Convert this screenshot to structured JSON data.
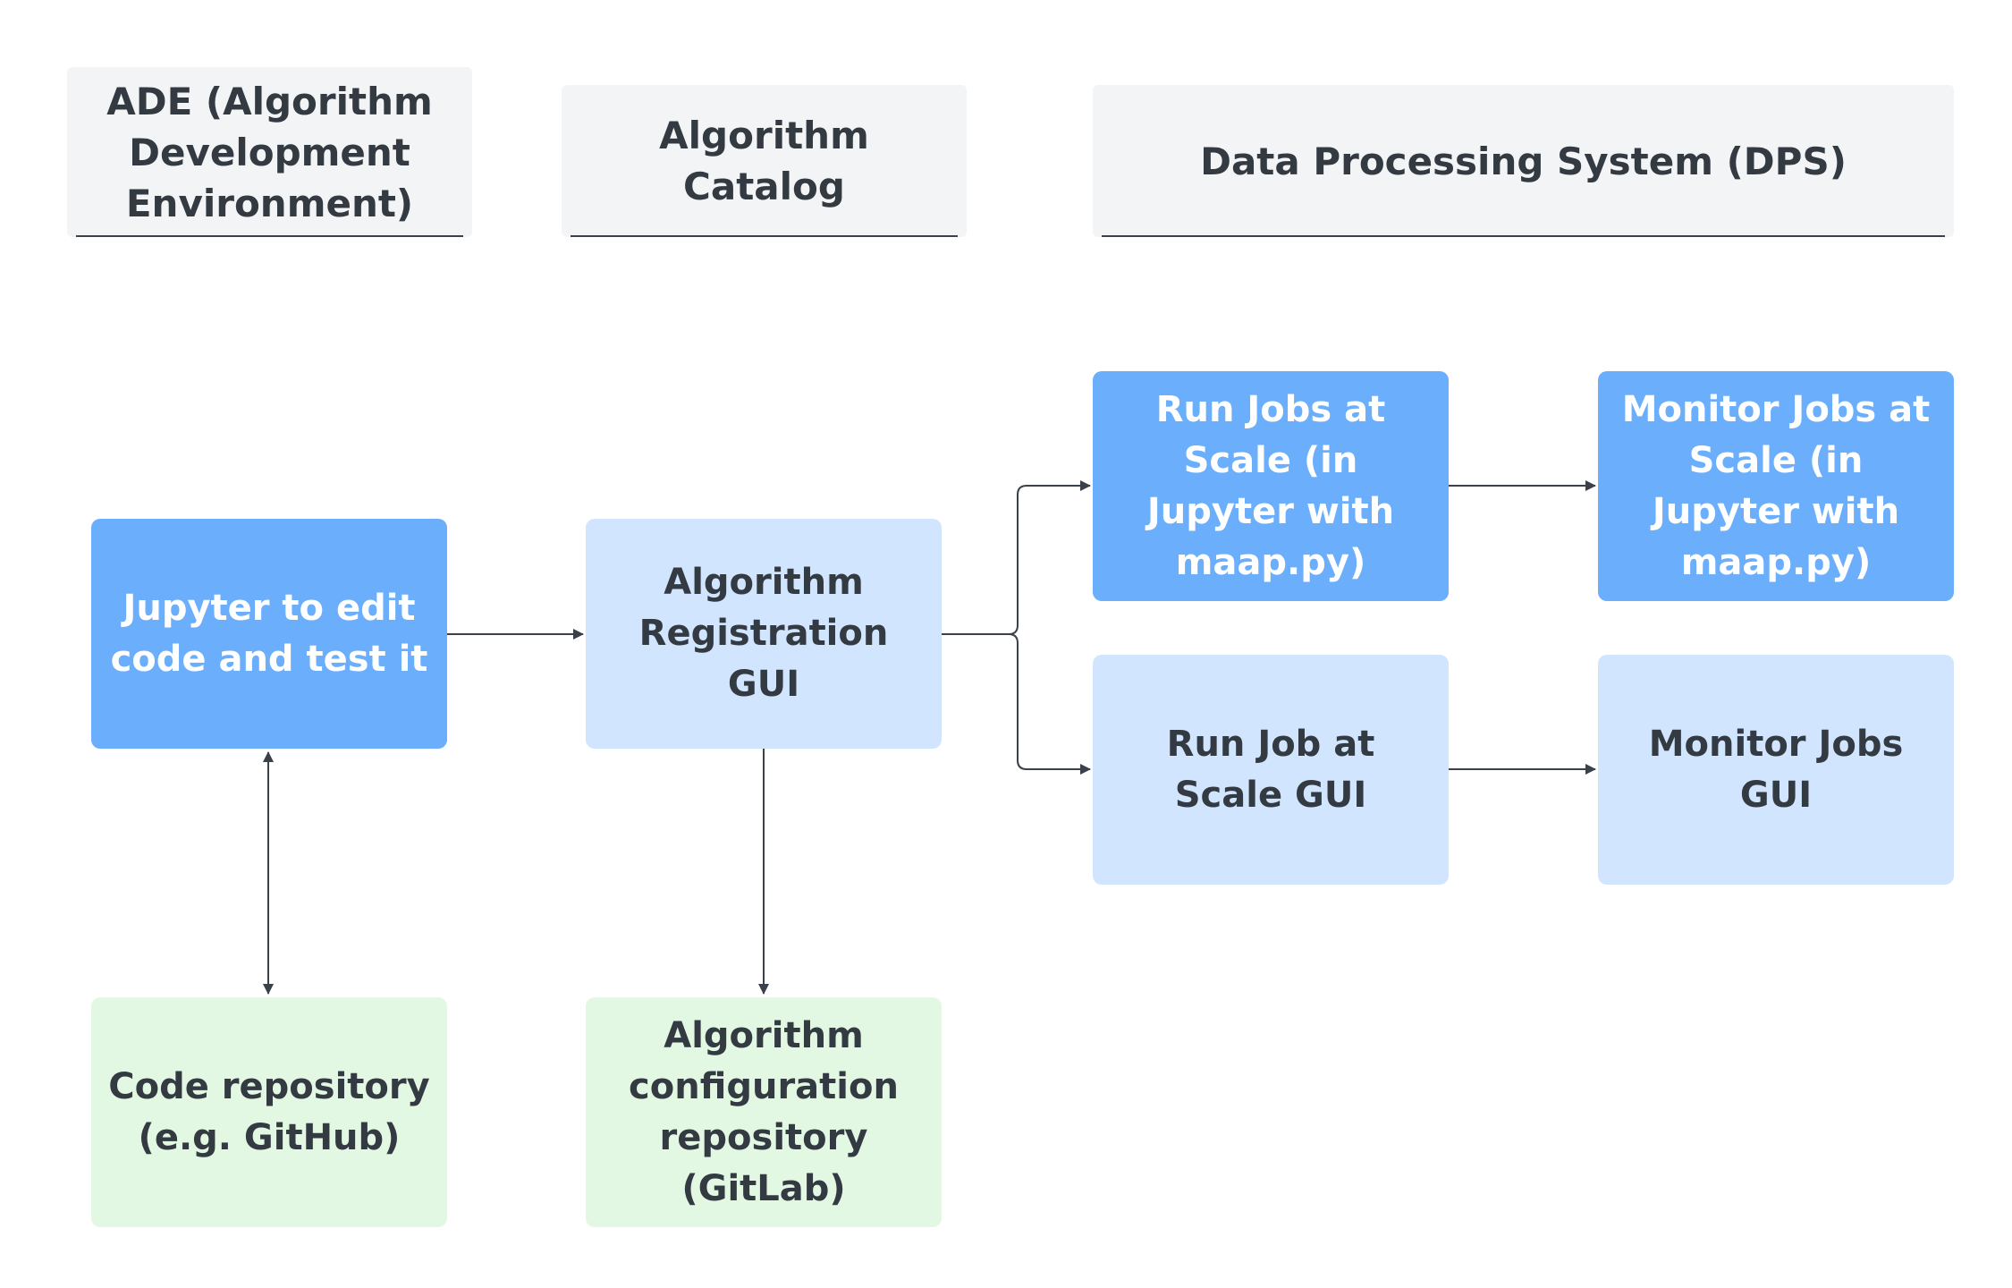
{
  "headers": {
    "ade": "ADE (Algorithm Development Environment)",
    "catalog": "Algorithm Catalog",
    "dps": "Data Processing System (DPS)"
  },
  "nodes": {
    "jupyter": "Jupyter to edit code and test it",
    "registration": "Algorithm Registration GUI",
    "run_jobs_jupyter": "Run Jobs at Scale (in Jupyter with maap.py)",
    "monitor_jobs_jupyter": "Monitor Jobs at Scale (in Jupyter with maap.py)",
    "run_job_gui": "Run Job at Scale GUI",
    "monitor_jobs_gui": "Monitor Jobs GUI",
    "code_repository": "Code repository (e.g. GitHub)",
    "config_repository": "Algorithm configuration repository (GitLab)"
  },
  "colors": {
    "header_bg": "#f3f4f6",
    "dark_blue": "#6aaefc",
    "light_blue": "#d1e5fe",
    "green": "#e3f8e3",
    "text": "#333a42",
    "connector": "#3a414a"
  }
}
